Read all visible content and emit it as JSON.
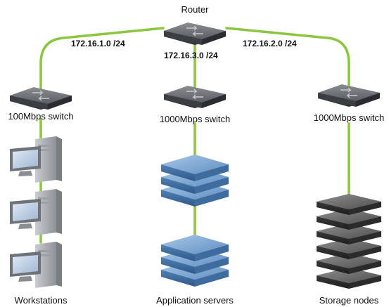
{
  "router": {
    "label": "Router"
  },
  "subnets": {
    "left": "172.16.1.0 /24",
    "center": "172.16.3.0 /24",
    "right": "172.16.2.0 /24"
  },
  "switches": {
    "left": "100Mbps switch",
    "center": "1000Mbps switch",
    "right": "1000Mbps switch"
  },
  "groups": {
    "workstations": "Workstations",
    "application_servers": "Application servers",
    "storage_nodes": "Storage nodes"
  },
  "icons": {
    "router": "router-icon",
    "switch": "switch-icon",
    "workstation": "workstation-icon",
    "server": "server-stack-icon",
    "storage": "storage-node-icon"
  },
  "colors": {
    "link": "#8CC63F",
    "device_dark": "#5c5f63",
    "server_blue": "#6a98c8",
    "storage_dark": "#454545"
  }
}
